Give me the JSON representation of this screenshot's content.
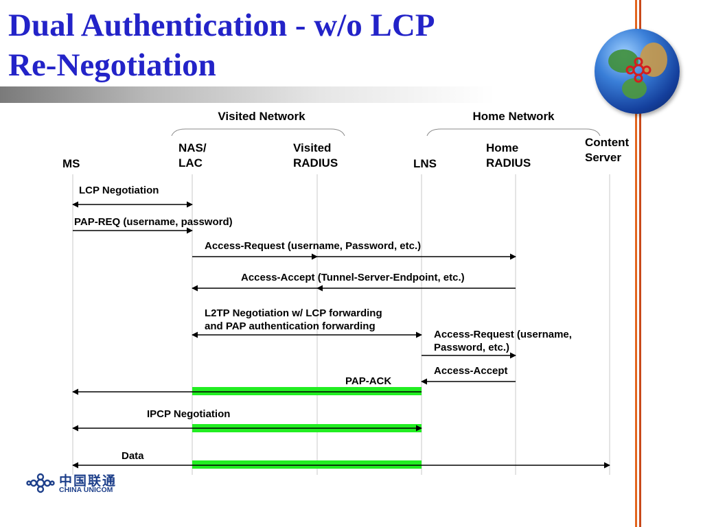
{
  "title": {
    "line1": "Dual Authentication - w/o LCP",
    "line2": "Re-Negotiation"
  },
  "groups": [
    {
      "id": "visited",
      "label": "Visited Network"
    },
    {
      "id": "home",
      "label": "Home Network"
    }
  ],
  "entities": [
    {
      "id": "ms",
      "lines": [
        "MS"
      ]
    },
    {
      "id": "naslac",
      "lines": [
        "NAS/",
        "LAC"
      ]
    },
    {
      "id": "vradius",
      "lines": [
        "Visited",
        "RADIUS"
      ]
    },
    {
      "id": "lns",
      "lines": [
        "LNS"
      ]
    },
    {
      "id": "hradius",
      "lines": [
        "Home",
        "RADIUS"
      ]
    },
    {
      "id": "content",
      "lines": [
        "Content",
        "Server"
      ]
    }
  ],
  "messages": [
    {
      "id": "lcp",
      "label": [
        "LCP Negotiation"
      ],
      "from": "ms",
      "to": "naslac",
      "bidirectional": true
    },
    {
      "id": "papreq",
      "label": [
        "PAP-REQ (username, password)"
      ],
      "from": "ms",
      "to": "naslac",
      "bidirectional": false
    },
    {
      "id": "accreq1",
      "label": [
        "Access-Request (username, Password, etc.)"
      ],
      "from": "naslac",
      "to": "hradius",
      "via": "vradius",
      "bidirectional": false
    },
    {
      "id": "accacc1",
      "label": [
        "Access-Accept (Tunnel-Server-Endpoint, etc.)"
      ],
      "from": "hradius",
      "to": "naslac",
      "via": "vradius",
      "bidirectional": false
    },
    {
      "id": "l2tp",
      "label": [
        "L2TP Negotiation w/ LCP forwarding",
        "and PAP authentication forwarding"
      ],
      "from": "naslac",
      "to": "lns",
      "bidirectional": true
    },
    {
      "id": "accreq2",
      "label": [
        "Access-Request (username,",
        "Password, etc.)"
      ],
      "from": "lns",
      "to": "hradius",
      "bidirectional": false
    },
    {
      "id": "accacc2",
      "label": [
        "Access-Accept"
      ],
      "from": "hradius",
      "to": "lns",
      "bidirectional": false
    },
    {
      "id": "papack",
      "label": [
        "PAP-ACK"
      ],
      "from": "lns",
      "to": "ms",
      "bidirectional": false,
      "tunnel": true
    },
    {
      "id": "ipcp",
      "label": [
        "IPCP Negotiation"
      ],
      "from": "ms",
      "to": "lns",
      "bidirectional": true,
      "tunnel": true
    },
    {
      "id": "data",
      "label": [
        "Data"
      ],
      "from": "ms",
      "to": "content",
      "bidirectional": true,
      "tunnel": true
    }
  ],
  "logo": {
    "chinese": "中国联通",
    "english": "CHINA UNICOM"
  },
  "colors": {
    "title": "#2323c8",
    "tunnel": "#22ee22",
    "lifeline": "#c8c8c8",
    "arrow": "#000000",
    "cord": "#e2651e"
  }
}
